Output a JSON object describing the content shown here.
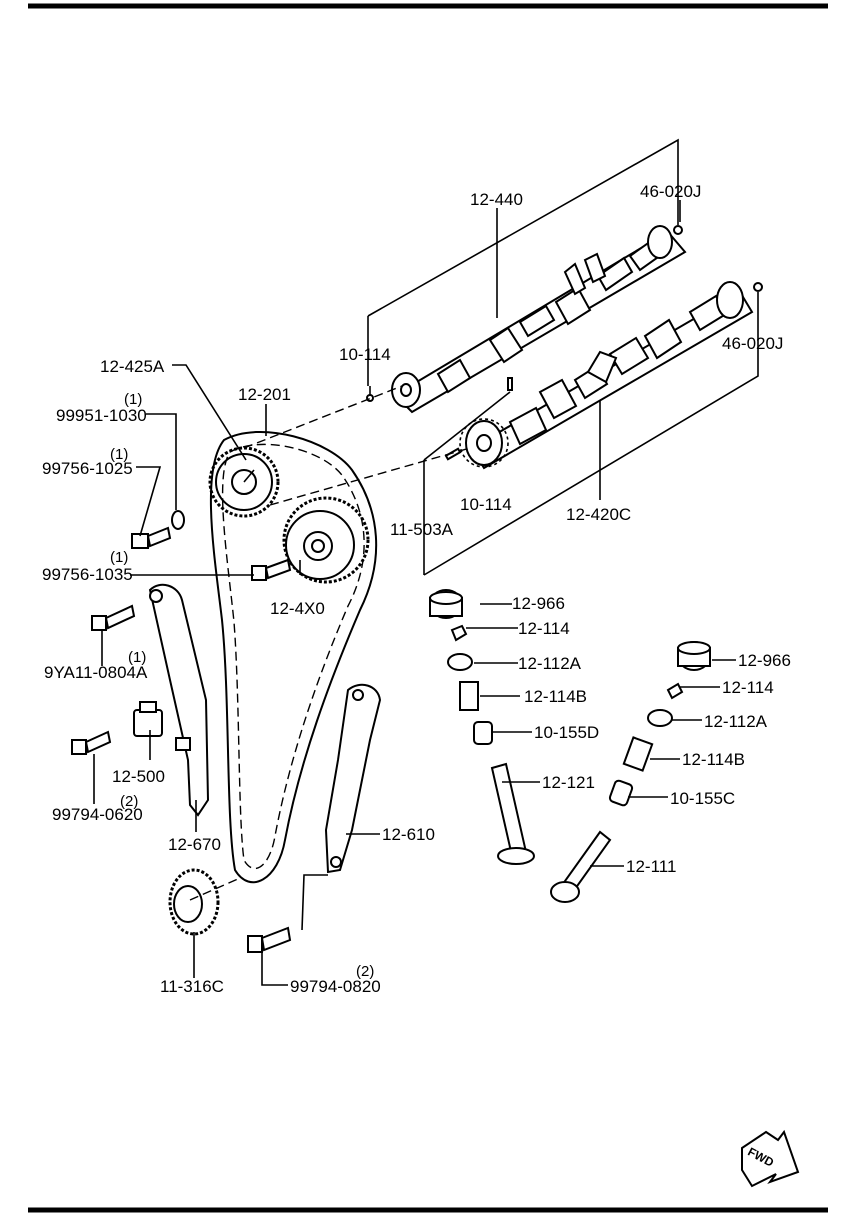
{
  "labels": {
    "camshaft_exhaust": "12-440",
    "pin_top": "46-020J",
    "pin_left_top": "10-114",
    "sprocket_bolt_a": "12-425A",
    "timing_chain": "12-201",
    "bolt_1030_qty": "(1)",
    "bolt_1030": "99951-1030",
    "bolt_1025_qty": "(1)",
    "bolt_1025": "99756-1025",
    "pin_right_top": "46-020J",
    "pin_left_mid": "10-114",
    "plug": "11-503A",
    "camshaft_intake": "12-420C",
    "bolt_1035_qty": "(1)",
    "bolt_1035": "99756-1035",
    "actuator": "12-4X0",
    "tappet_left": "12-966",
    "keeper_left": "12-114",
    "retainer_left": "12-112A",
    "spring_left": "12-114B",
    "seal_left": "10-155D",
    "valve_left": "12-121",
    "tappet_right": "12-966",
    "keeper_right": "12-114",
    "retainer_right": "12-112A",
    "spring_right": "12-114B",
    "seal_right": "10-155C",
    "valve_right": "12-111",
    "bolt_0804_qty": "(1)",
    "bolt_0804": "9YA11-0804A",
    "tensioner": "12-500",
    "bolt_0620_qty": "(2)",
    "bolt_0620": "99794-0620",
    "guide_left": "12-670",
    "guide_right": "12-610",
    "crank_sprocket": "11-316C",
    "bolt_0820_qty": "(2)",
    "bolt_0820": "99794-0820",
    "fwd": "FWD"
  },
  "icons": {
    "fwd_arrow": "fwd-arrow-icon"
  }
}
